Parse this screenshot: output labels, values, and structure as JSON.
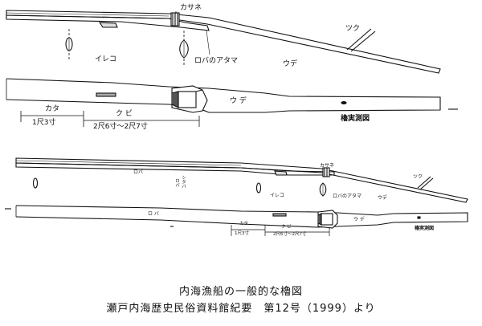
{
  "diagram": {
    "top": {
      "label_kasane": "カサネ",
      "label_tsuku": "ツク",
      "label_ireko": "イレコ",
      "label_roba_atama": "ロバのアタマ",
      "label_ude_loom": "ウデ",
      "label_ude_blade": "ウ  デ",
      "label_kata": "カタ",
      "label_kubi": "ク    ビ",
      "dim_kata": "1尺3寸",
      "dim_kubi": "2尺6寸～2尺7寸",
      "drawing_title": "櫓実測図"
    },
    "bottom": {
      "label_kasane": "カサネ",
      "label_tsuku": "ツク",
      "label_roba_left": "ロバ",
      "label_roba_vert": "ロバ",
      "label_shitaba": "シタバ",
      "label_ireko": "イレコ",
      "label_roba_atama": "ロバのアタマ",
      "label_ude_loom": "ウデ",
      "label_roba_blade": "ロ  バ",
      "label_ude_blade": "ウ  デ",
      "label_kata": "カタ",
      "label_kubi": "ク  ビ",
      "dim_kata": "1尺3寸",
      "dim_kubi": "2尺6寸～2尺7寸",
      "drawing_title": "櫓実測図"
    }
  },
  "caption": {
    "line1": "内海漁船の一般的な櫓図",
    "line2": "瀬戸内海歴史民俗資料館紀要　第12号（1999）より"
  }
}
